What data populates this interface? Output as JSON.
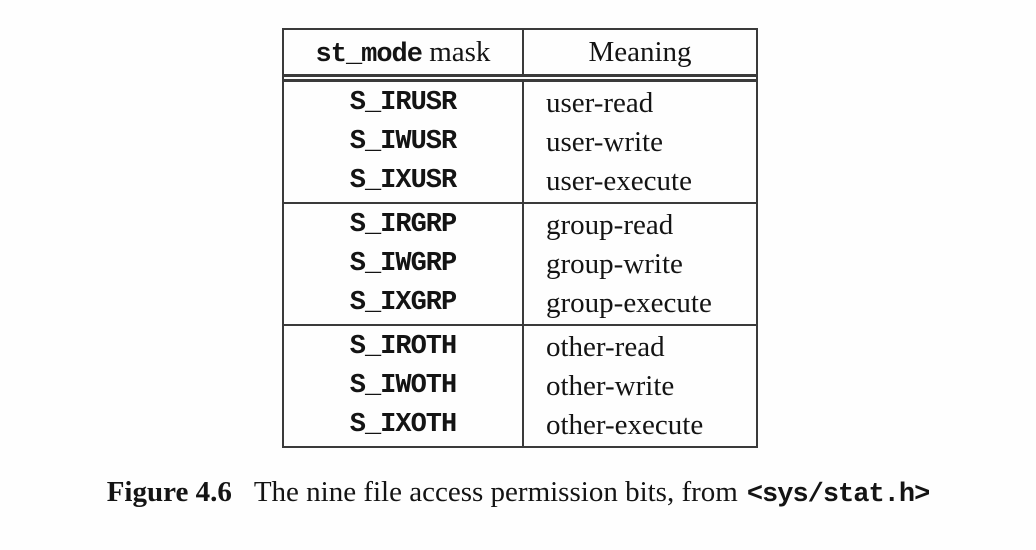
{
  "table": {
    "header": {
      "mask_mono": "st_mode",
      "mask_word": "mask",
      "meaning": "Meaning"
    },
    "groups": [
      {
        "rows": [
          {
            "mask": "S_IRUSR",
            "meaning": "user-read"
          },
          {
            "mask": "S_IWUSR",
            "meaning": "user-write"
          },
          {
            "mask": "S_IXUSR",
            "meaning": "user-execute"
          }
        ]
      },
      {
        "rows": [
          {
            "mask": "S_IRGRP",
            "meaning": "group-read"
          },
          {
            "mask": "S_IWGRP",
            "meaning": "group-write"
          },
          {
            "mask": "S_IXGRP",
            "meaning": "group-execute"
          }
        ]
      },
      {
        "rows": [
          {
            "mask": "S_IROTH",
            "meaning": "other-read"
          },
          {
            "mask": "S_IWOTH",
            "meaning": "other-write"
          },
          {
            "mask": "S_IXOTH",
            "meaning": "other-execute"
          }
        ]
      }
    ]
  },
  "caption": {
    "label": "Figure 4.6",
    "text": "The nine file access permission bits, from",
    "code": "<sys/stat.h>"
  },
  "colors": {
    "background": "#fefefe",
    "text": "#141414",
    "border": "#3a3a3a"
  }
}
